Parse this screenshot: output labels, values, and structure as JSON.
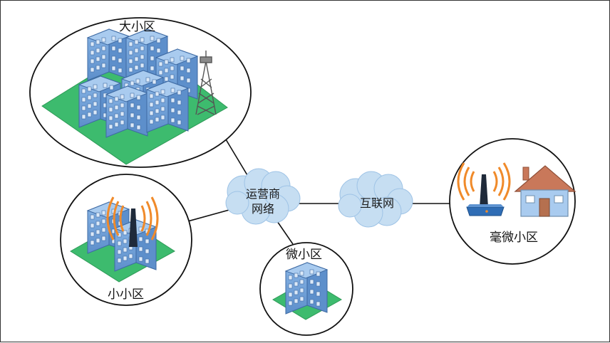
{
  "cells": {
    "macro": "大小区",
    "small": "小小区",
    "micro": "微小区",
    "femto": "毫微小区"
  },
  "networks": {
    "operator_line1": "运营商",
    "operator_line2": "网络",
    "internet": "互联网"
  },
  "colors": {
    "building_blue": "#6f9fd8",
    "building_dark": "#4a78b5",
    "ground_green": "#3dbb6e",
    "cloud": "#c6def2",
    "signal_orange": "#f08a2a",
    "house_roof": "#c9785a",
    "router_blue": "#2f6db5"
  }
}
